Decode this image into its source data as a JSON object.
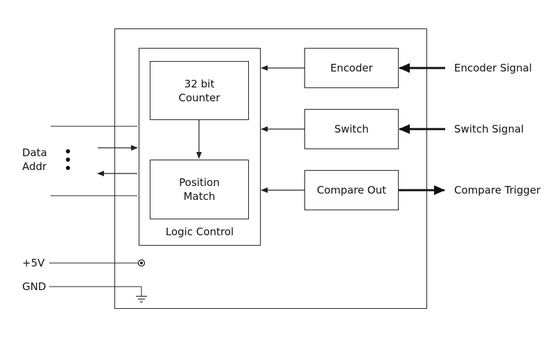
{
  "blocks": {
    "logic_control": "Logic Control",
    "counter": {
      "line1": "32 bit",
      "line2": "Counter"
    },
    "position_match": {
      "line1": "Position",
      "line2": "Match"
    },
    "encoder": "Encoder",
    "switch": "Switch",
    "compare_out": "Compare Out"
  },
  "signals": {
    "encoder_signal": "Encoder Signal",
    "switch_signal": "Switch Signal",
    "compare_trigger": "Compare Trigger",
    "data": "Data",
    "addr": "Addr",
    "power": "+5V",
    "ground": "GND"
  },
  "colors": {
    "line": "#222222",
    "background": "#ffffff"
  }
}
